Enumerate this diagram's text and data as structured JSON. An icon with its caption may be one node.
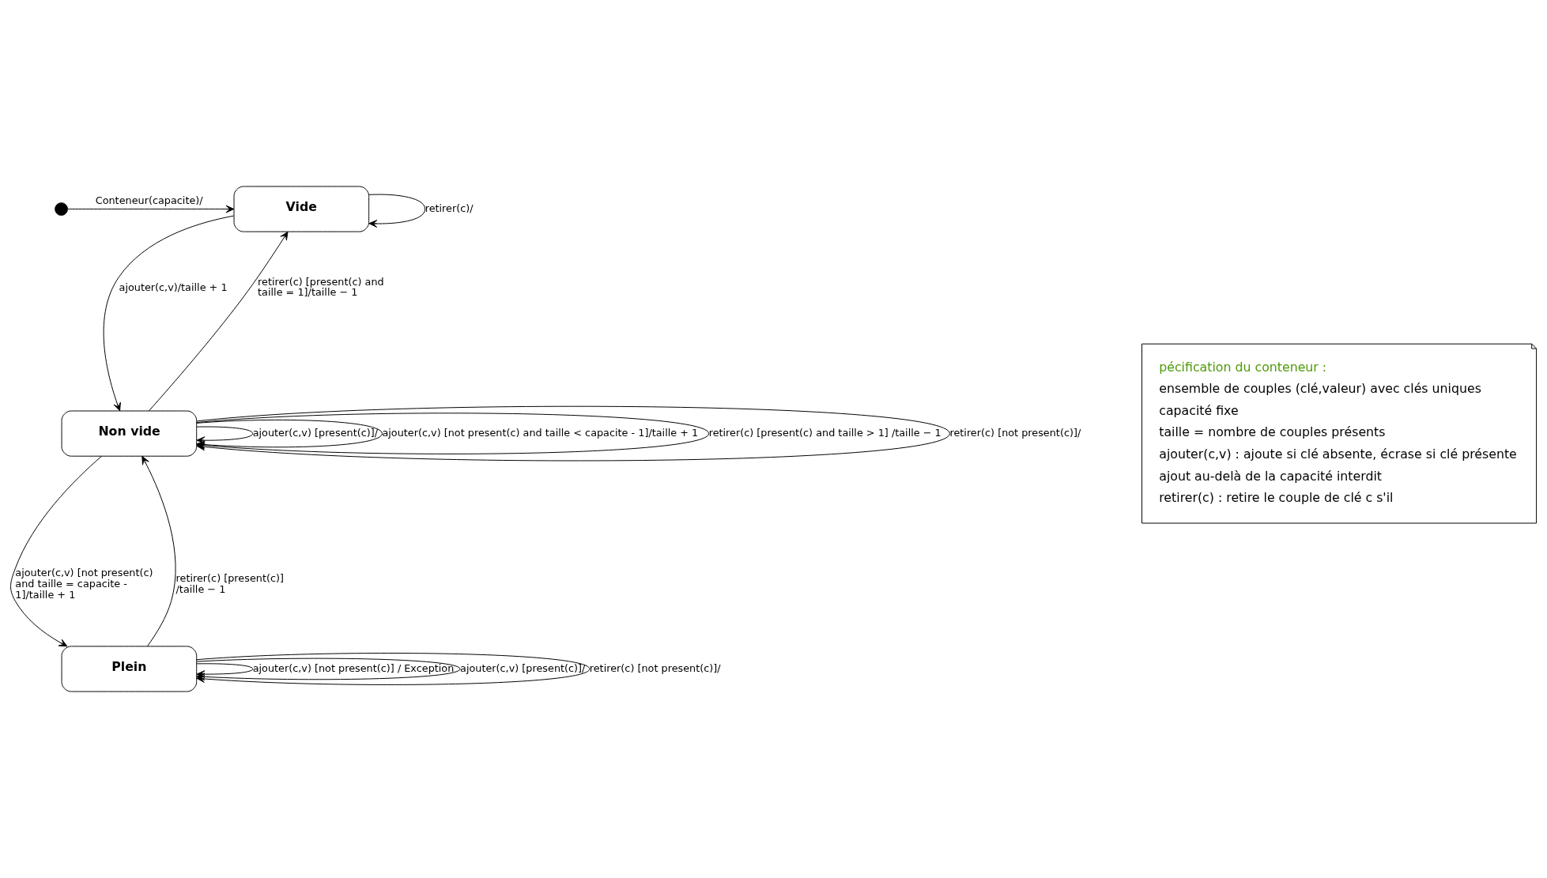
{
  "diagram": {
    "nodes": [
      {
        "text": [],
        "shape": "circle"
      },
      {
        "text": [
          "Vide"
        ]
      },
      {
        "text": [
          "Non vide"
        ]
      },
      {
        "text": [
          "Plein"
        ]
      },
      {
        "text": [
          "pécification du conteneur :",
          "ensemble de couples (clé,valeur) avec clés uniques",
          "capacité fixe",
          "taille = nombre de couples présents",
          "ajouter(c,v) : ajoute si clé absente, écrase si clé présente",
          "ajout au-delà de la capacité interdit",
          "retirer(c) : retire le couple de clé c s'il"
        ]
      }
    ],
    "edges": [
      {
        "from": 0,
        "to": 1,
        "arrow": "to",
        "label": "Conteneur(capacite)/"
      },
      {
        "from": 1,
        "to": 1,
        "arrow": "to",
        "label": "retirer(c)/"
      },
      {
        "from": 1,
        "to": 2,
        "arrow": "to",
        "label": "ajouter(c,v)/taille + 1"
      },
      {
        "from": 2,
        "to": 1,
        "arrow": "to",
        "label": "retirer(c) [present(c) and taille = 1]/taille − 1"
      },
      {
        "from": 2,
        "to": 2,
        "arrow": "to",
        "label": "ajouter(c,v) [present(c)]/"
      },
      {
        "from": 2,
        "to": 2,
        "arrow": "to",
        "label": "ajouter(c,v) [not present(c) and taille < capacite - 1]/taille + 1"
      },
      {
        "from": 2,
        "to": 2,
        "arrow": "to",
        "label": "retirer(c) [present(c) and taille > 1] /taille − 1"
      },
      {
        "from": 2,
        "to": 2,
        "arrow": "to",
        "label": "retirer(c) [not present(c)]/"
      },
      {
        "from": 3,
        "to": 2,
        "arrow": "to",
        "label": "retirer(c) [present(c)] /taille − 1"
      },
      {
        "from": 2,
        "to": 3,
        "arrow": "to",
        "label": "ajouter(c,v) [not present(c) and taille = capacite - 1]/taille + 1"
      },
      {
        "from": 3,
        "to": 3,
        "arrow": "to",
        "label": "ajouter(c,v) [not present(c)] / Exception"
      },
      {
        "from": 3,
        "to": 3,
        "arrow": "to",
        "label": "ajouter(c,v) [present(c)]/"
      },
      {
        "from": 3,
        "to": 3,
        "arrow": "to",
        "label": "retirer(c) [not present(c)]/"
      }
    ]
  }
}
